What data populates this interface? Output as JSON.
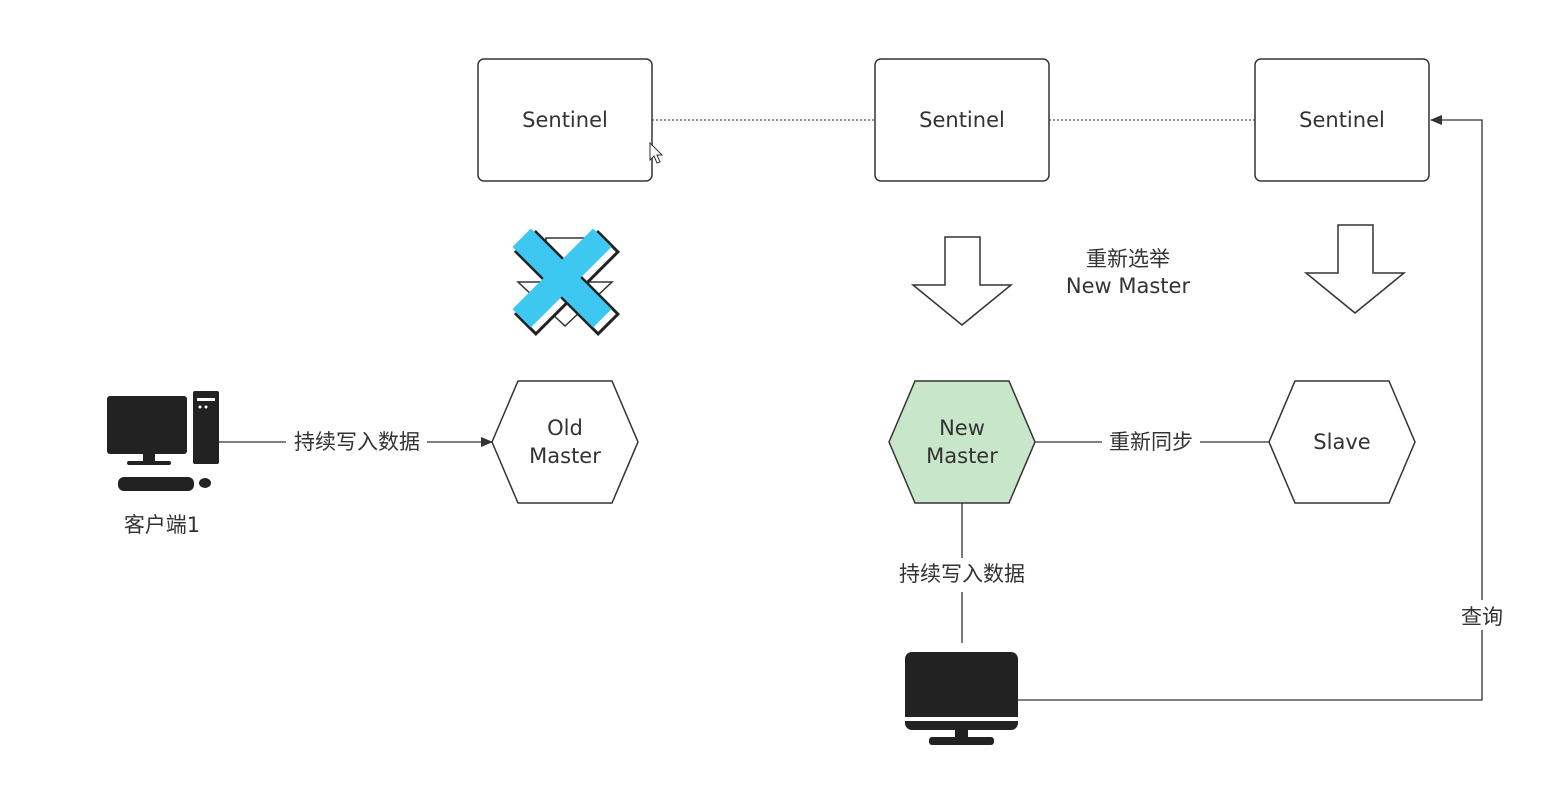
{
  "sentinels": [
    {
      "label": "Sentinel"
    },
    {
      "label": "Sentinel"
    },
    {
      "label": "Sentinel"
    }
  ],
  "old_master": {
    "line1": "Old",
    "line2": "Master"
  },
  "new_master": {
    "line1": "New",
    "line2": "Master",
    "fill": "#c8e6c9"
  },
  "slave": {
    "label": "Slave"
  },
  "client1": {
    "label": "客户端1"
  },
  "edge_labels": {
    "write_left": "持续写入数据",
    "write_bottom": "持续写入数据",
    "resync": "重新同步",
    "query": "查询",
    "reelect_line1": "重新选举",
    "reelect_line2": "New Master"
  },
  "colors": {
    "cross": "#3cc8f0",
    "stroke": "#333333",
    "new_master_fill": "#c8e6c9"
  },
  "icons": [
    "desktop-computer-icon",
    "monitor-icon",
    "cross-failed-icon",
    "down-arrow-icon",
    "cursor-icon"
  ]
}
